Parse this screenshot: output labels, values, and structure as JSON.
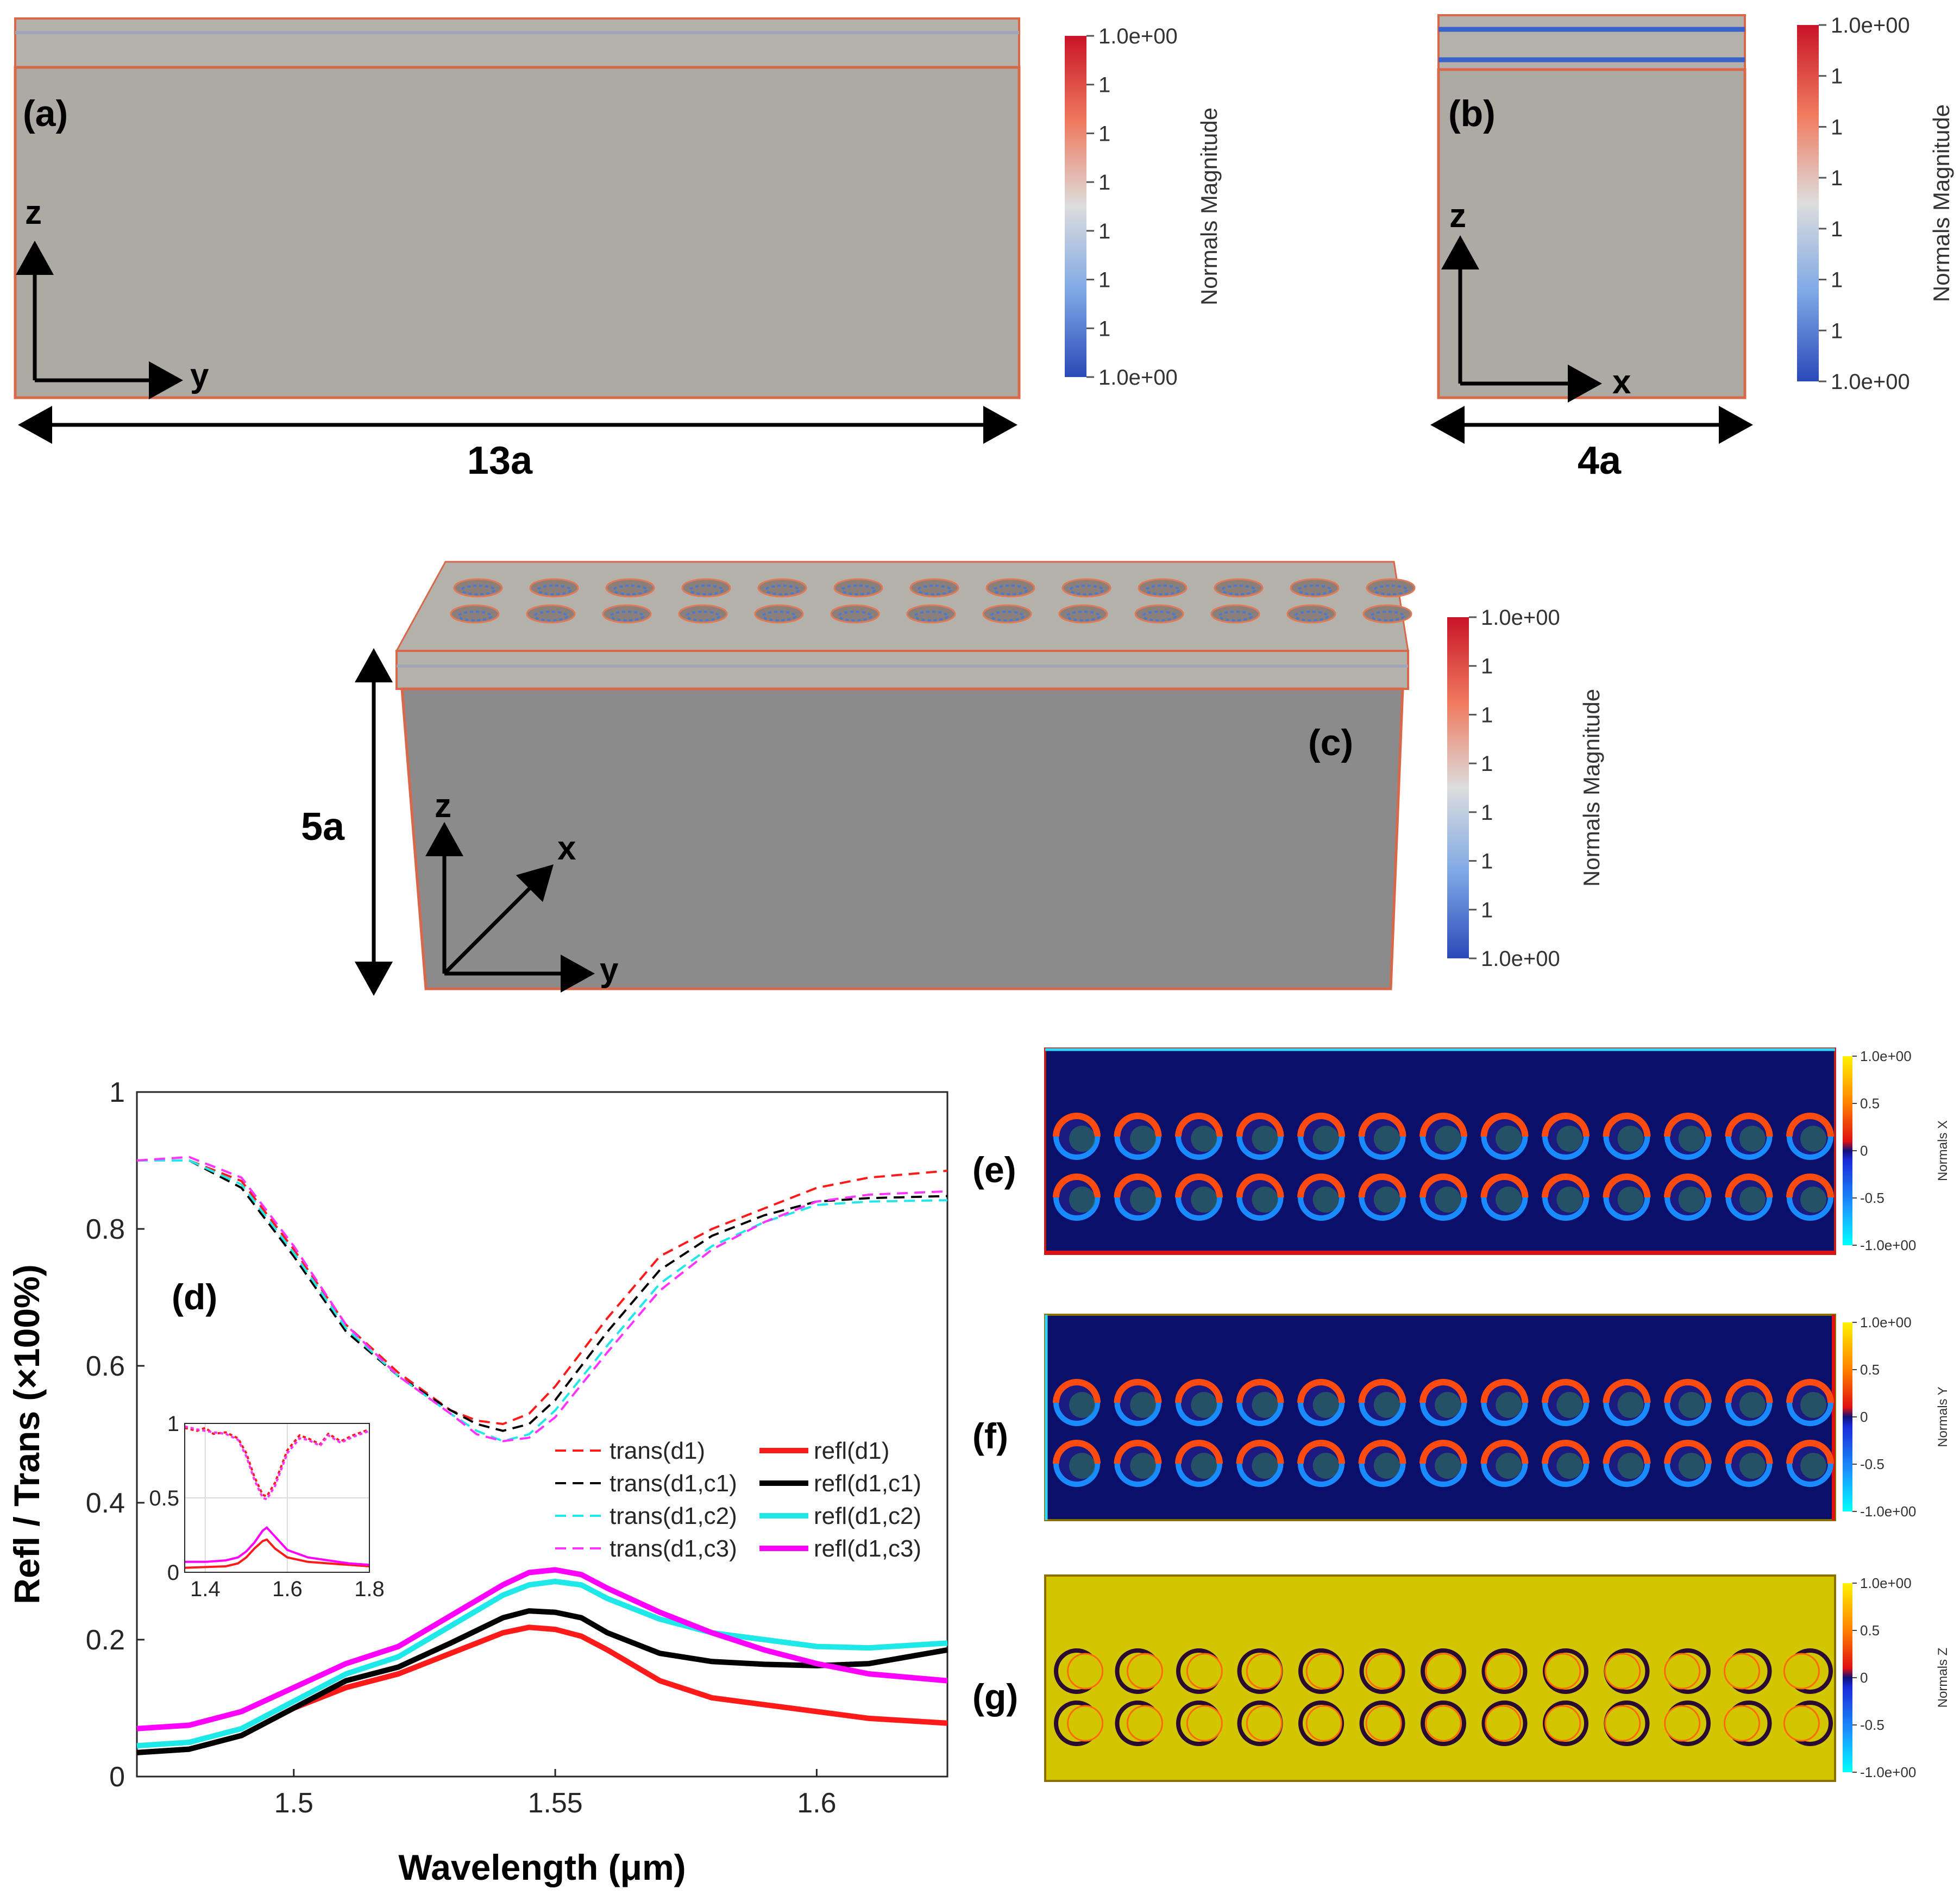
{
  "panels": {
    "a": {
      "label": "(a)",
      "axis_z": "z",
      "axis_h": "y",
      "dimension": "13a",
      "colorbar": {
        "title": "Normals Magnitude",
        "ticks": [
          "1.0e+00",
          "1",
          "1",
          "1",
          "1",
          "1",
          "1",
          "1.0e+00"
        ]
      }
    },
    "b": {
      "label": "(b)",
      "axis_z": "z",
      "axis_h": "x",
      "dimension": "4a",
      "colorbar": {
        "title": "Normals Magnitude",
        "ticks": [
          "1.0e+00",
          "1",
          "1",
          "1",
          "1",
          "1",
          "1",
          "1.0e+00"
        ]
      }
    },
    "c": {
      "label": "(c)",
      "axis_z": "z",
      "axis_x": "x",
      "axis_y": "y",
      "dimension": "5a",
      "colorbar": {
        "title": "Normals Magnitude",
        "ticks": [
          "1.0e+00",
          "1",
          "1",
          "1",
          "1",
          "1",
          "1",
          "1.0e+00"
        ]
      }
    },
    "d": {
      "label": "(d)"
    },
    "e": {
      "label": "(e)",
      "colorbar": {
        "title": "Normals X",
        "ticks": [
          "1.0e+00",
          "0.5",
          "0",
          "-0.5",
          "-1.0e+00"
        ]
      }
    },
    "f": {
      "label": "(f)",
      "colorbar": {
        "title": "Normals Y",
        "ticks": [
          "1.0e+00",
          "0.5",
          "0",
          "-0.5",
          "-1.0e+00"
        ]
      }
    },
    "g": {
      "label": "(g)",
      "colorbar": {
        "title": "Normals Z",
        "ticks": [
          "1.0e+00",
          "0.5",
          "0",
          "-0.5",
          "-1.0e+00"
        ]
      }
    }
  },
  "colors": {
    "block": "#adaaa4",
    "block_dark": "#8b8b8b",
    "edge": "#d9684a",
    "field_bg": "#0a0f6a",
    "field_z": "#d2c600"
  },
  "chart_data": {
    "type": "line",
    "xlabel": "Wavelength (μm)",
    "ylabel": "Refl / Trans (×100%)",
    "xlim": [
      1.47,
      1.625
    ],
    "ylim": [
      0,
      1
    ],
    "xticks": [
      1.5,
      1.55,
      1.6
    ],
    "xtick_labels": [
      "1.5",
      "1.55",
      "1.6"
    ],
    "yticks": [
      0,
      0.2,
      0.4,
      0.6,
      0.8,
      1
    ],
    "ytick_labels": [
      "0",
      "0.2",
      "0.4",
      "0.6",
      "0.8",
      "1"
    ],
    "grid": false,
    "legend_position": "lower-right",
    "series": [
      {
        "name": "trans(d1)",
        "style": "dashed",
        "color": "#ff1a1a",
        "x": [
          1.47,
          1.48,
          1.49,
          1.5,
          1.51,
          1.52,
          1.53,
          1.535,
          1.54,
          1.545,
          1.55,
          1.56,
          1.57,
          1.58,
          1.59,
          1.6,
          1.61,
          1.625
        ],
        "y": [
          0.9,
          0.9,
          0.87,
          0.77,
          0.66,
          0.59,
          0.535,
          0.52,
          0.515,
          0.53,
          0.57,
          0.67,
          0.76,
          0.8,
          0.83,
          0.86,
          0.875,
          0.885
        ]
      },
      {
        "name": "trans(d1,c1)",
        "style": "dashed",
        "color": "#000000",
        "x": [
          1.47,
          1.48,
          1.49,
          1.5,
          1.51,
          1.52,
          1.53,
          1.535,
          1.54,
          1.545,
          1.55,
          1.56,
          1.57,
          1.58,
          1.59,
          1.6,
          1.61,
          1.625
        ],
        "y": [
          0.9,
          0.9,
          0.86,
          0.76,
          0.65,
          0.585,
          0.535,
          0.515,
          0.505,
          0.515,
          0.55,
          0.65,
          0.74,
          0.79,
          0.82,
          0.84,
          0.845,
          0.848
        ]
      },
      {
        "name": "trans(d1,c2)",
        "style": "dashed",
        "color": "#1ee8e8",
        "x": [
          1.47,
          1.48,
          1.49,
          1.5,
          1.51,
          1.52,
          1.53,
          1.535,
          1.54,
          1.545,
          1.55,
          1.56,
          1.57,
          1.58,
          1.59,
          1.6,
          1.61,
          1.625
        ],
        "y": [
          0.9,
          0.9,
          0.865,
          0.765,
          0.655,
          0.585,
          0.53,
          0.505,
          0.49,
          0.5,
          0.535,
          0.63,
          0.72,
          0.775,
          0.81,
          0.835,
          0.84,
          0.842
        ]
      },
      {
        "name": "trans(d1,c3)",
        "style": "dashed",
        "color": "#ff33ff",
        "x": [
          1.47,
          1.48,
          1.49,
          1.5,
          1.51,
          1.52,
          1.53,
          1.535,
          1.54,
          1.545,
          1.55,
          1.56,
          1.57,
          1.58,
          1.59,
          1.6,
          1.61,
          1.625
        ],
        "y": [
          0.9,
          0.905,
          0.875,
          0.775,
          0.66,
          0.585,
          0.53,
          0.5,
          0.49,
          0.495,
          0.525,
          0.62,
          0.71,
          0.77,
          0.81,
          0.84,
          0.85,
          0.855
        ]
      },
      {
        "name": "refl(d1)",
        "style": "solid",
        "color": "#ff1a1a",
        "x": [
          1.47,
          1.48,
          1.49,
          1.5,
          1.51,
          1.52,
          1.53,
          1.54,
          1.545,
          1.55,
          1.555,
          1.56,
          1.57,
          1.58,
          1.59,
          1.6,
          1.61,
          1.625
        ],
        "y": [
          0.035,
          0.04,
          0.06,
          0.1,
          0.13,
          0.15,
          0.18,
          0.21,
          0.218,
          0.215,
          0.205,
          0.185,
          0.14,
          0.115,
          0.105,
          0.095,
          0.085,
          0.078
        ]
      },
      {
        "name": "refl(d1,c1)",
        "style": "solid",
        "color": "#000000",
        "x": [
          1.47,
          1.48,
          1.49,
          1.5,
          1.51,
          1.52,
          1.53,
          1.54,
          1.545,
          1.55,
          1.555,
          1.56,
          1.57,
          1.58,
          1.59,
          1.6,
          1.61,
          1.625
        ],
        "y": [
          0.035,
          0.04,
          0.06,
          0.1,
          0.14,
          0.16,
          0.195,
          0.232,
          0.242,
          0.24,
          0.232,
          0.21,
          0.18,
          0.168,
          0.164,
          0.162,
          0.165,
          0.185
        ]
      },
      {
        "name": "refl(d1,c2)",
        "style": "solid",
        "color": "#1ee8e8",
        "x": [
          1.47,
          1.48,
          1.49,
          1.5,
          1.51,
          1.52,
          1.53,
          1.54,
          1.545,
          1.55,
          1.555,
          1.56,
          1.57,
          1.58,
          1.59,
          1.6,
          1.61,
          1.625
        ],
        "y": [
          0.045,
          0.05,
          0.07,
          0.11,
          0.15,
          0.175,
          0.22,
          0.265,
          0.28,
          0.285,
          0.28,
          0.26,
          0.23,
          0.21,
          0.2,
          0.19,
          0.188,
          0.195
        ]
      },
      {
        "name": "refl(d1,c3)",
        "style": "solid",
        "color": "#ff00ff",
        "x": [
          1.47,
          1.48,
          1.49,
          1.5,
          1.51,
          1.52,
          1.53,
          1.54,
          1.545,
          1.55,
          1.555,
          1.56,
          1.57,
          1.58,
          1.59,
          1.6,
          1.61,
          1.625
        ],
        "y": [
          0.07,
          0.075,
          0.095,
          0.13,
          0.165,
          0.19,
          0.235,
          0.28,
          0.298,
          0.302,
          0.295,
          0.275,
          0.24,
          0.21,
          0.185,
          0.165,
          0.15,
          0.14
        ]
      }
    ],
    "inset": {
      "xlim": [
        1.35,
        1.8
      ],
      "ylim": [
        0,
        1
      ],
      "xticks": [
        1.4,
        1.6,
        1.8
      ],
      "xtick_labels": [
        "1.4",
        "1.6",
        "1.8"
      ],
      "yticks": [
        0,
        0.5,
        1
      ],
      "ytick_labels": [
        "0",
        "0.5",
        "1"
      ],
      "grid": true,
      "series": [
        {
          "color": "#ff1a1a",
          "style": "dashed",
          "x": [
            1.35,
            1.38,
            1.4,
            1.42,
            1.45,
            1.48,
            1.5,
            1.52,
            1.54,
            1.55,
            1.57,
            1.6,
            1.63,
            1.65,
            1.68,
            1.7,
            1.73,
            1.76,
            1.8
          ],
          "y": [
            0.97,
            0.95,
            0.97,
            0.93,
            0.94,
            0.9,
            0.8,
            0.64,
            0.52,
            0.51,
            0.6,
            0.82,
            0.92,
            0.9,
            0.86,
            0.93,
            0.88,
            0.92,
            0.96
          ]
        },
        {
          "color": "#ff33ff",
          "style": "dashed",
          "x": [
            1.35,
            1.38,
            1.4,
            1.42,
            1.45,
            1.48,
            1.5,
            1.52,
            1.54,
            1.55,
            1.57,
            1.6,
            1.63,
            1.65,
            1.68,
            1.7,
            1.73,
            1.76,
            1.8
          ],
          "y": [
            0.98,
            0.96,
            0.95,
            0.94,
            0.93,
            0.89,
            0.78,
            0.62,
            0.5,
            0.49,
            0.58,
            0.8,
            0.9,
            0.89,
            0.85,
            0.92,
            0.87,
            0.91,
            0.95
          ]
        },
        {
          "color": "#ff1a1a",
          "style": "solid",
          "x": [
            1.35,
            1.4,
            1.45,
            1.48,
            1.5,
            1.52,
            1.54,
            1.55,
            1.57,
            1.6,
            1.65,
            1.7,
            1.75,
            1.8
          ],
          "y": [
            0.03,
            0.035,
            0.04,
            0.06,
            0.1,
            0.16,
            0.21,
            0.22,
            0.16,
            0.1,
            0.07,
            0.06,
            0.05,
            0.04
          ]
        },
        {
          "color": "#ff00ff",
          "style": "solid",
          "x": [
            1.35,
            1.4,
            1.45,
            1.48,
            1.5,
            1.52,
            1.54,
            1.55,
            1.57,
            1.6,
            1.65,
            1.7,
            1.75,
            1.8
          ],
          "y": [
            0.07,
            0.07,
            0.08,
            0.1,
            0.14,
            0.2,
            0.28,
            0.3,
            0.24,
            0.15,
            0.1,
            0.08,
            0.06,
            0.05
          ]
        }
      ]
    }
  }
}
